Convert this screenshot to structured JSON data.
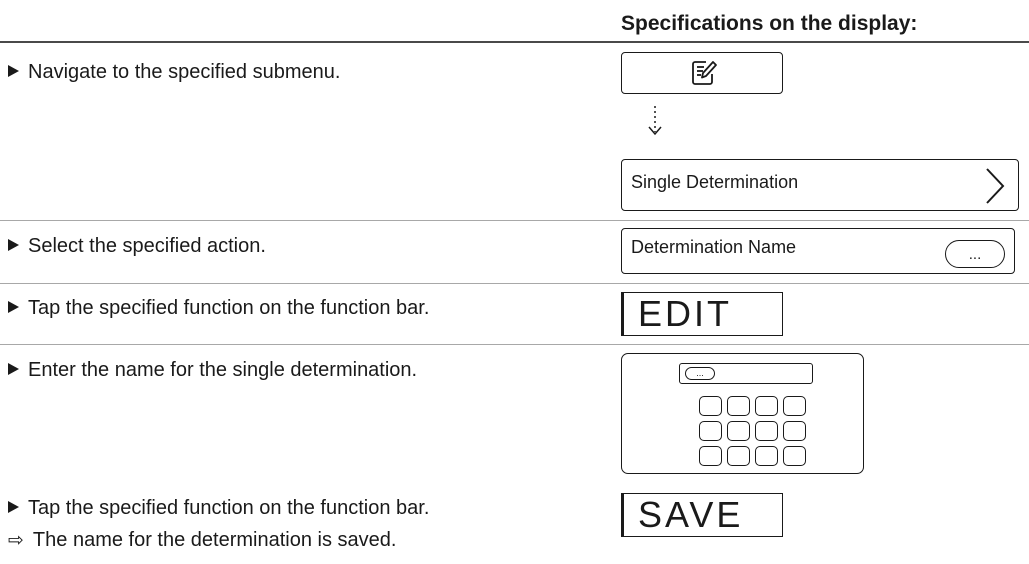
{
  "header": {
    "title": "Specifications on the display:"
  },
  "steps": [
    {
      "text": "Navigate to the specified submenu."
    },
    {
      "text": "Select the specified action."
    },
    {
      "text": "Tap the specified function on the function bar."
    },
    {
      "text": "Enter the name for the single determination."
    },
    {
      "text": "Tap the specified function on the function bar."
    }
  ],
  "result": {
    "text": "The name for the determination is saved."
  },
  "display": {
    "submenu_item": "Single Determination",
    "action_item": "Determination Name",
    "action_button": "...",
    "keyboard_field": "...",
    "edit_label": "EDIT",
    "save_label": "SAVE"
  },
  "icons": {
    "menu": "edit-menu-icon",
    "nav": "dotted-down-arrow-icon",
    "submenu": "chevron-right-icon",
    "step": "triangle-bullet-icon",
    "result": "result-arrow-icon"
  }
}
